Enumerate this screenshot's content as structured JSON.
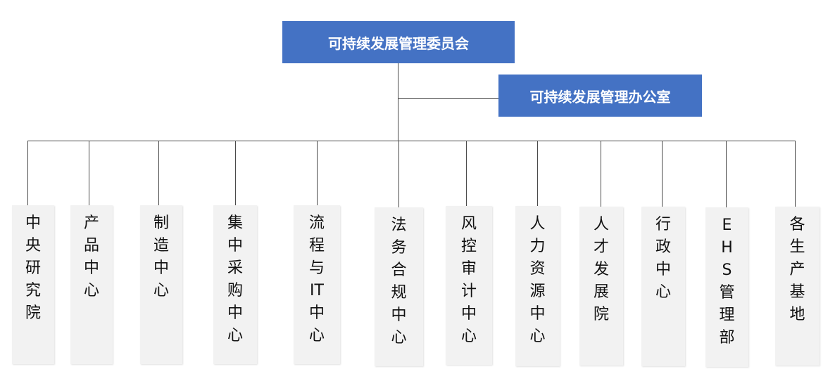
{
  "committee": {
    "label": "可持续发展管理委员会"
  },
  "office": {
    "label": "可持续发展管理办公室"
  },
  "departments": [
    {
      "key": "rnd",
      "label": "中央研究院"
    },
    {
      "key": "product",
      "label": "产品中心"
    },
    {
      "key": "manufacturing",
      "label": "制造中心"
    },
    {
      "key": "procurement",
      "label": "集中采购中心"
    },
    {
      "key": "process-it",
      "label": "流程与IT中心",
      "lines": [
        "流",
        "程",
        "与",
        "IT",
        "中",
        "心"
      ]
    },
    {
      "key": "legal",
      "label": "法务合规中心"
    },
    {
      "key": "risk-audit",
      "label": "风控审计中心"
    },
    {
      "key": "hr",
      "label": "人力资源中心"
    },
    {
      "key": "talent",
      "label": "人才发展院"
    },
    {
      "key": "admin",
      "label": "行政中心"
    },
    {
      "key": "ehs",
      "label": "EHS管理部",
      "lines": [
        "E",
        "H",
        "S",
        "管",
        "理",
        "部"
      ]
    },
    {
      "key": "bases",
      "label": "各生产基地"
    }
  ],
  "colors": {
    "box_blue": "#4472c4",
    "connector": "#4a4a4a",
    "dept_fill": "#f2f2f2"
  }
}
